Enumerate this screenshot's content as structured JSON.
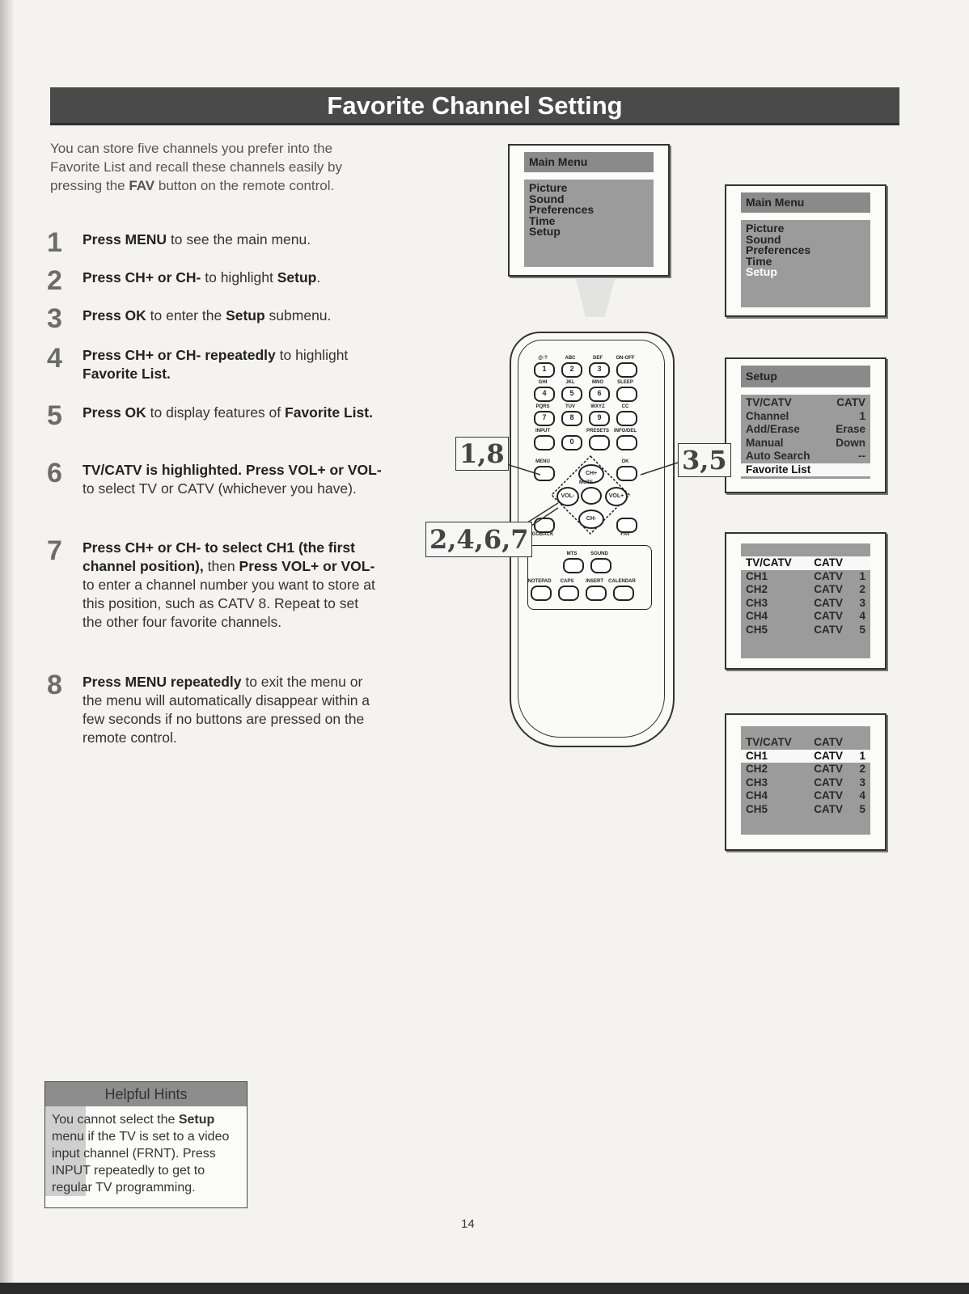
{
  "title": "Favorite Channel Setting",
  "intro": {
    "p1": "You can store five channels you prefer into the Favorite List and recall these channels easily by pressing the ",
    "fav": "FAV",
    "p2": " button on the remote control."
  },
  "steps": [
    {
      "num": "1",
      "parts": [
        [
          "b",
          "Press MENU"
        ],
        [
          "n",
          " to see the main menu."
        ]
      ]
    },
    {
      "num": "2",
      "parts": [
        [
          "b",
          "Press CH+ or CH-"
        ],
        [
          "n",
          " to highlight "
        ],
        [
          "b",
          "Setup"
        ],
        [
          "n",
          "."
        ]
      ]
    },
    {
      "num": "3",
      "parts": [
        [
          "b",
          "Press OK"
        ],
        [
          "n",
          " to enter the "
        ],
        [
          "b",
          "Setup"
        ],
        [
          "n",
          " submenu."
        ]
      ]
    },
    {
      "num": "4",
      "parts": [
        [
          "b",
          "Press CH+ or CH- repeatedly"
        ],
        [
          "n",
          " to highlight "
        ],
        [
          "b",
          "Favorite List."
        ]
      ]
    },
    {
      "num": "5",
      "parts": [
        [
          "b",
          "Press OK"
        ],
        [
          "n",
          " to display features of "
        ],
        [
          "b",
          "Favorite List."
        ]
      ]
    },
    {
      "num": "6",
      "parts": [
        [
          "b",
          "TV/CATV is highlighted. Press VOL+ or VOL-"
        ],
        [
          "n",
          " to select TV or CATV (whichever you have)."
        ]
      ]
    },
    {
      "num": "7",
      "parts": [
        [
          "b",
          "Press CH+ or CH- to select CH1 (the first channel position),"
        ],
        [
          "n",
          " then "
        ],
        [
          "b",
          "Press VOL+ or VOL-"
        ],
        [
          "n",
          " to enter a channel number you want to store at this position, such as CATV 8. Repeat to set the other four favorite channels."
        ]
      ]
    },
    {
      "num": "8",
      "parts": [
        [
          "b",
          "Press MENU repeatedly"
        ],
        [
          "n",
          " to exit the menu or the menu will automatically disappear within a few seconds if no buttons are pressed on the remote control."
        ]
      ]
    }
  ],
  "screen1": {
    "header": "Main Menu",
    "items": [
      "Picture",
      "Sound",
      "Preferences",
      "Time",
      "Setup"
    ]
  },
  "screen2": {
    "header": "Main Menu",
    "items": [
      "Picture",
      "Sound",
      "Preferences",
      "Time",
      "Setup"
    ]
  },
  "screen3": {
    "header": "Setup",
    "rows": [
      [
        "TV/CATV",
        "CATV"
      ],
      [
        "Channel",
        "1"
      ],
      [
        "Add/Erase",
        "Erase"
      ],
      [
        "Manual",
        "Down"
      ],
      [
        "Auto Search",
        "--"
      ],
      [
        "Favorite List",
        ""
      ]
    ]
  },
  "screen4": {
    "rows": [
      [
        "TV/CATV",
        "CATV",
        ""
      ],
      [
        "CH1",
        "CATV",
        "1"
      ],
      [
        "CH2",
        "CATV",
        "2"
      ],
      [
        "CH3",
        "CATV",
        "3"
      ],
      [
        "CH4",
        "CATV",
        "4"
      ],
      [
        "CH5",
        "CATV",
        "5"
      ]
    ]
  },
  "screen5": {
    "rows": [
      [
        "TV/CATV",
        "CATV",
        ""
      ],
      [
        "CH1",
        "CATV",
        "1"
      ],
      [
        "CH2",
        "CATV",
        "2"
      ],
      [
        "CH3",
        "CATV",
        "3"
      ],
      [
        "CH4",
        "CATV",
        "4"
      ],
      [
        "CH5",
        "CATV",
        "5"
      ]
    ]
  },
  "remote": {
    "labels_row1": [
      "@:?",
      "ABC",
      "DEF",
      "ON-OFF"
    ],
    "keys_row1": [
      "1",
      "2",
      "3",
      ""
    ],
    "labels_row2": [
      "GHI",
      "JKL",
      "MNO",
      "SLEEP"
    ],
    "keys_row2": [
      "4",
      "5",
      "6",
      ""
    ],
    "labels_row3": [
      "PQRS",
      "TUV",
      "WXYZ",
      "CC"
    ],
    "keys_row3": [
      "7",
      "8",
      "9",
      ""
    ],
    "labels_row4": [
      "INPUT",
      "",
      "PRESETS",
      "INFO/DEL"
    ],
    "keys_row4": [
      "",
      "0",
      "",
      ""
    ],
    "menu": "MENU",
    "ok": "OK",
    "ch_plus": "CH+",
    "ch_minus": "CH-",
    "vol_minus": "VOL-",
    "vol_plus": "VOL+",
    "mute": "MUTE",
    "goback": "GOBACK",
    "fav": "FAV",
    "mts": "MTS",
    "sound": "SOUND",
    "bottom_labels": [
      "NOTEPAD",
      "CAPS",
      "INSERT",
      "CALENDAR"
    ]
  },
  "callouts": {
    "left_top": "1,8",
    "right": "3,5",
    "left_bottom": "2,4,6,7"
  },
  "hints": {
    "header": "Helpful Hints",
    "parts": [
      [
        "n",
        "You cannot select the "
      ],
      [
        "b",
        "Setup"
      ],
      [
        "n",
        " menu if the TV is set to a video input channel (FRNT). Press INPUT repeatedly to get to regular TV programming."
      ]
    ]
  },
  "page_number": "14"
}
